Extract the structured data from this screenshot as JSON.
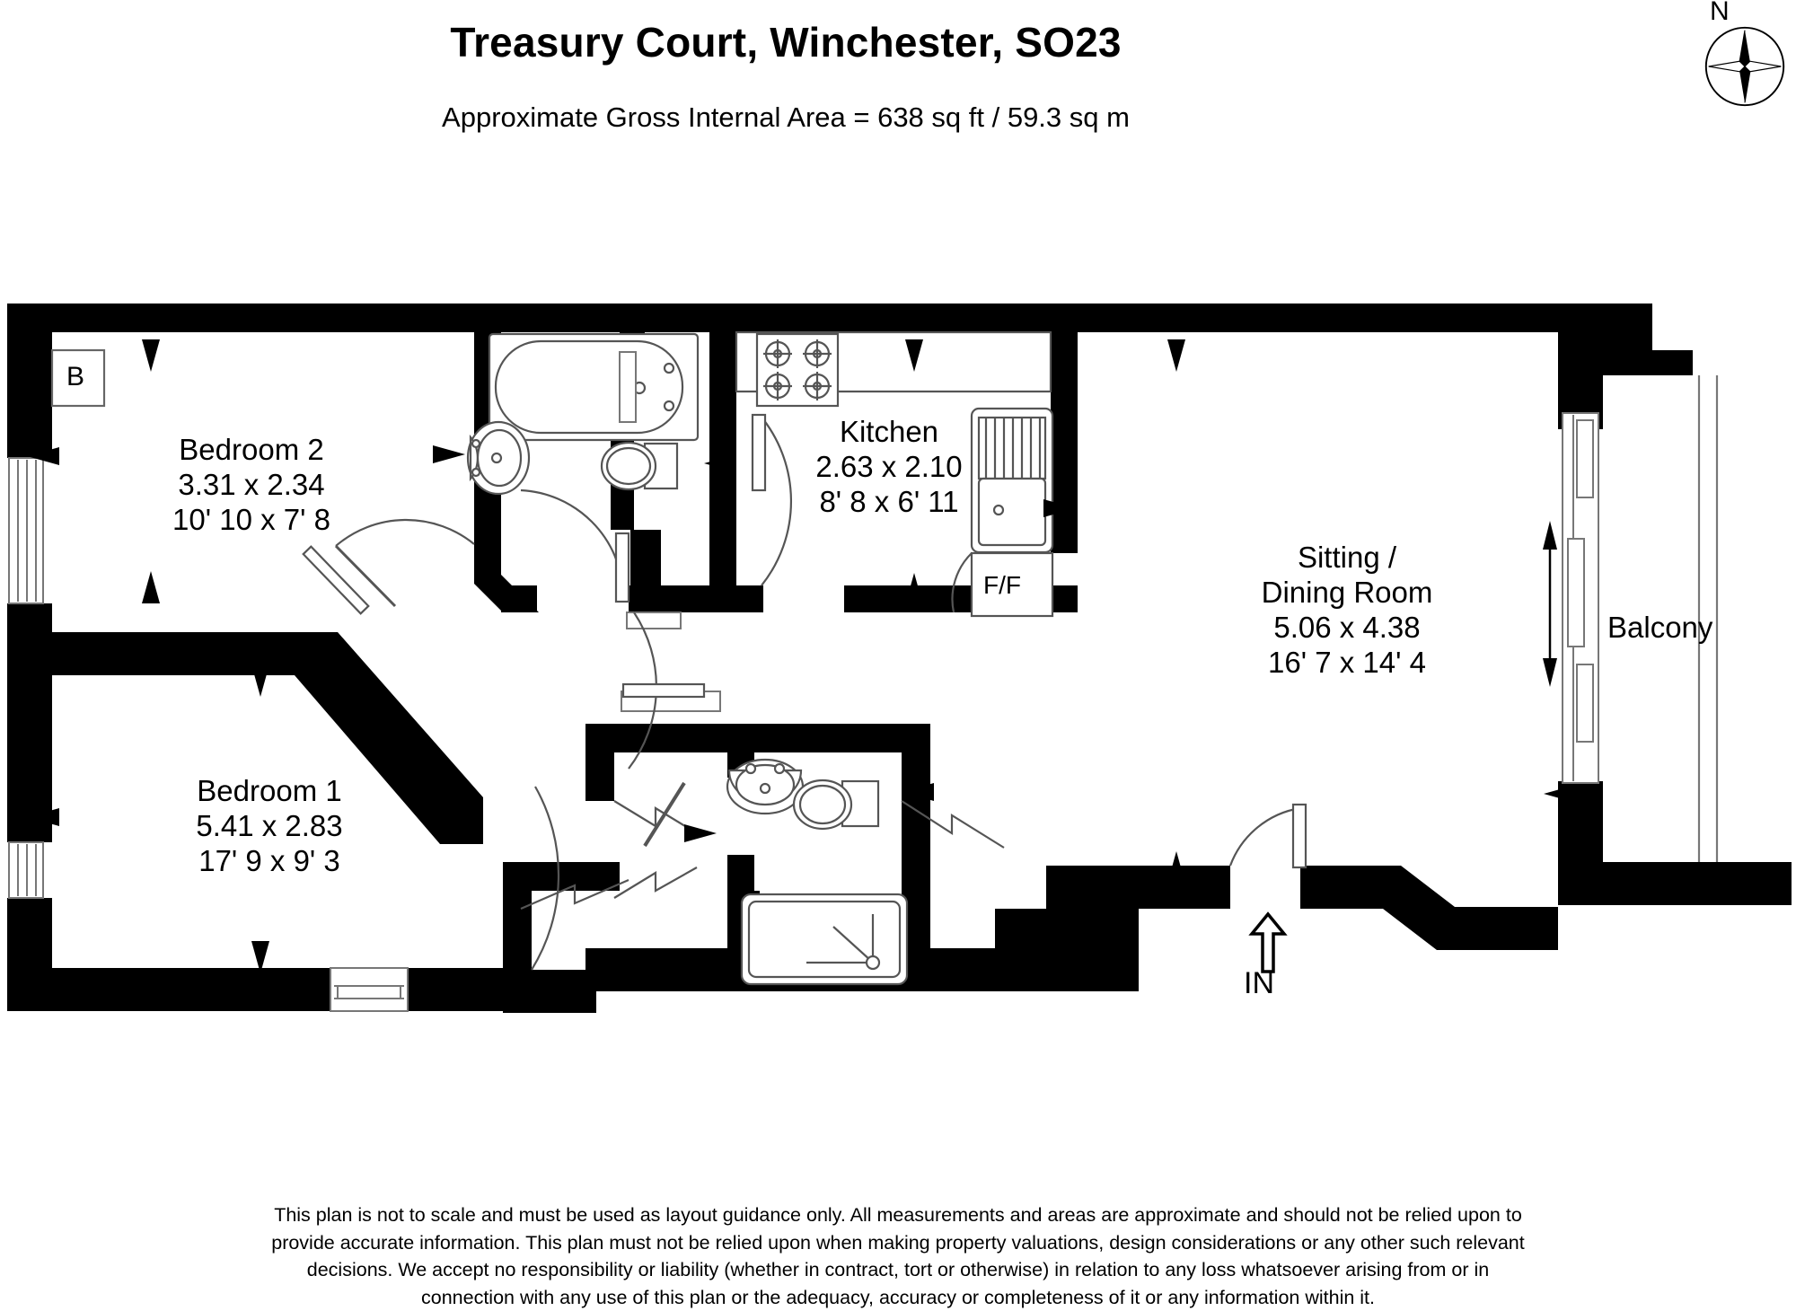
{
  "header": {
    "title": "Treasury Court, Winchester, SO23",
    "subtitle": "Approximate Gross Internal Area = 638 sq ft / 59.3 sq m",
    "compass_label": "N",
    "compass_icon": "compass-rose-icon"
  },
  "rooms": [
    {
      "id": "bedroom-2",
      "name": "Bedroom 2",
      "metric": "3.31 x 2.34",
      "imperial": "10' 10 x 7' 8"
    },
    {
      "id": "bedroom-1",
      "name": "Bedroom 1",
      "metric": "5.41 x 2.83",
      "imperial": "17' 9 x 9' 3"
    },
    {
      "id": "kitchen",
      "name": "Kitchen",
      "metric": "2.63 x 2.10",
      "imperial": "8' 8 x 6' 11"
    },
    {
      "id": "sitting-dining-room",
      "name_line1": "Sitting /",
      "name_line2": "Dining Room",
      "metric": "5.06 x 4.38",
      "imperial": "16' 7 x 14' 4"
    },
    {
      "id": "balcony",
      "name": "Balcony"
    }
  ],
  "annotations": {
    "boiler": "B",
    "fridge_freezer": "F/F",
    "entrance": "IN"
  },
  "fixtures": [
    "bath-icon",
    "wash-basin-icon",
    "wc-icon",
    "hob-icon",
    "sink-with-drainer-icon",
    "shower-tray-icon",
    "ensuite-basin-icon",
    "ensuite-wc-icon"
  ],
  "disclaimer": {
    "line1": "This plan is not to scale and must be used as layout guidance only. All measurements and areas are approximate and should not be relied upon to",
    "line2": "provide accurate information. This plan must not be relied upon when making property valuations, design considerations or any other such relevant",
    "line3": "decisions. We accept no responsibility or liability (whether in contract, tort or otherwise) in relation to any loss whatsoever arising from or in",
    "line4": "connection with any use of this plan or the adequacy, accuracy or completeness of it or any information within it."
  },
  "colors": {
    "wall": "#000000",
    "background": "#ffffff",
    "fixture_line": "#444444"
  }
}
